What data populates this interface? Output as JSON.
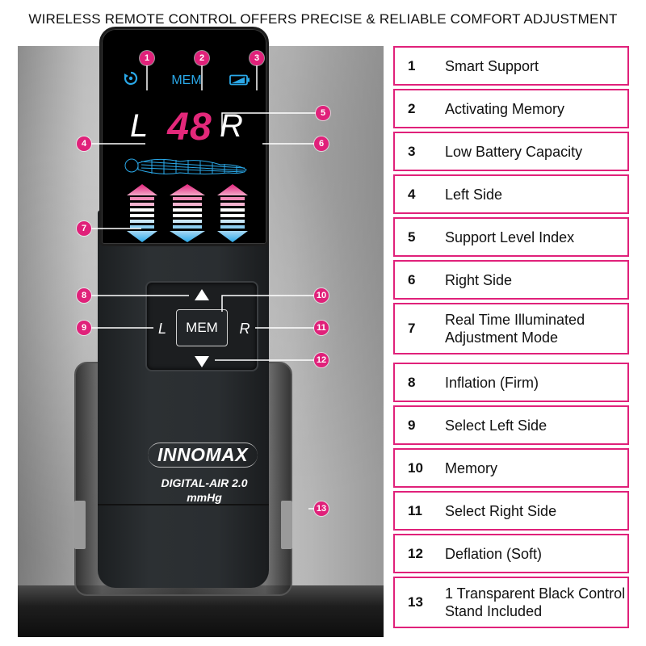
{
  "headline": "WIRELESS REMOTE CONTROL OFFERS PRECISE & RELIABLE COMFORT ADJUSTMENT",
  "display": {
    "mem_label": "MEM",
    "left_letter": "L",
    "right_letter": "R",
    "support_level": "48"
  },
  "pad": {
    "left_label": "L",
    "right_label": "R",
    "mem_label": "MEM"
  },
  "device": {
    "brand": "INNOMAX",
    "model": "DIGITAL-AIR 2.0",
    "unit": "mmHg"
  },
  "markers": [
    "1",
    "2",
    "3",
    "4",
    "5",
    "6",
    "7",
    "8",
    "9",
    "10",
    "11",
    "12",
    "13"
  ],
  "legend": [
    {
      "num": "1",
      "text": "Smart Support"
    },
    {
      "num": "2",
      "text": "Activating Memory"
    },
    {
      "num": "3",
      "text": "Low Battery Capacity"
    },
    {
      "num": "4",
      "text": "Left Side"
    },
    {
      "num": "5",
      "text": "Support Level Index"
    },
    {
      "num": "6",
      "text": "Right Side"
    },
    {
      "num": "7",
      "text": "Real Time Illuminated Adjustment Mode"
    },
    {
      "num": "8",
      "text": "Inflation (Firm)"
    },
    {
      "num": "9",
      "text": "Select Left Side"
    },
    {
      "num": "10",
      "text": "Memory"
    },
    {
      "num": "11",
      "text": "Select Right Side"
    },
    {
      "num": "12",
      "text": "Deflation (Soft)"
    },
    {
      "num": "13",
      "text": "1 Transparent Black Control Stand Included"
    }
  ],
  "colors": {
    "accent_pink": "#e0217a",
    "display_blue": "#2aa8e8",
    "level_pink": "#e3287a"
  }
}
